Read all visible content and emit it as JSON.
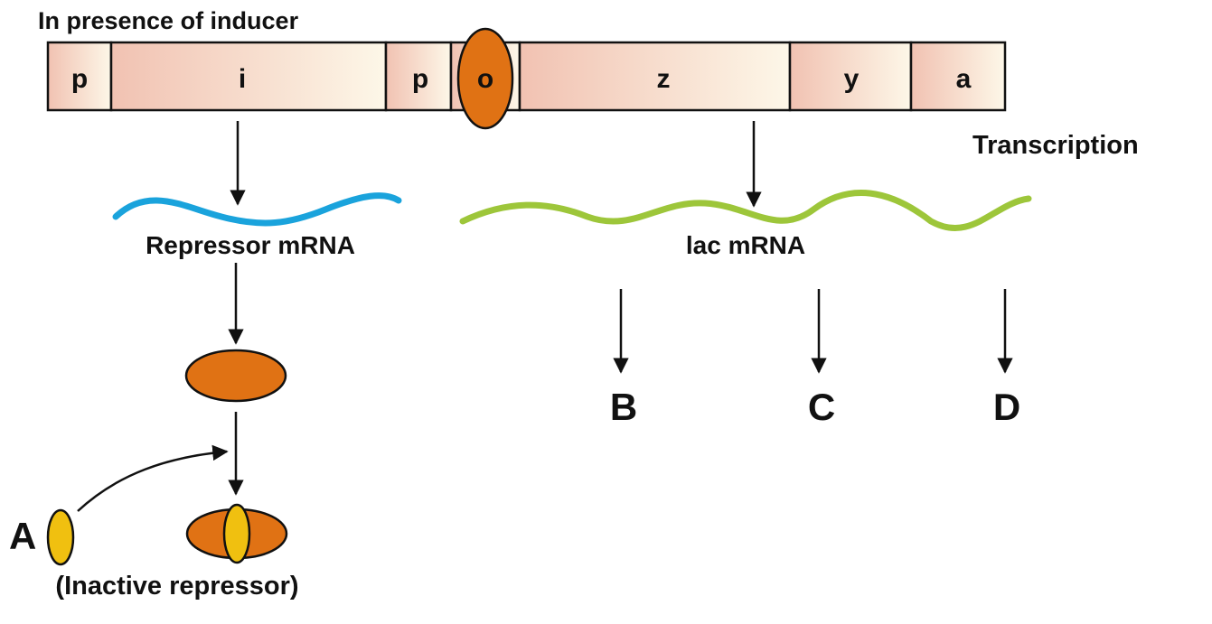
{
  "title": "In presence of inducer",
  "genes": {
    "p1": "p",
    "i": "i",
    "p2": "p",
    "o": "o",
    "z": "z",
    "y": "y",
    "a": "a"
  },
  "labels": {
    "transcription": "Transcription",
    "repressor_mrna": "Repressor mRNA",
    "lac_mrna": "lac mRNA",
    "inactive_repressor": "(Inactive repressor)",
    "A": "A",
    "B": "B",
    "C": "C",
    "D": "D"
  },
  "colors": {
    "segment_fill_start": "#f2c8b8",
    "segment_fill_end": "#fdf6e6",
    "repressor_orange": "#e07214",
    "inducer_yellow": "#f0c010",
    "repressor_mrna_blue": "#1aa3dc",
    "lac_mrna_green": "#9dc63a",
    "outline": "#111111"
  }
}
